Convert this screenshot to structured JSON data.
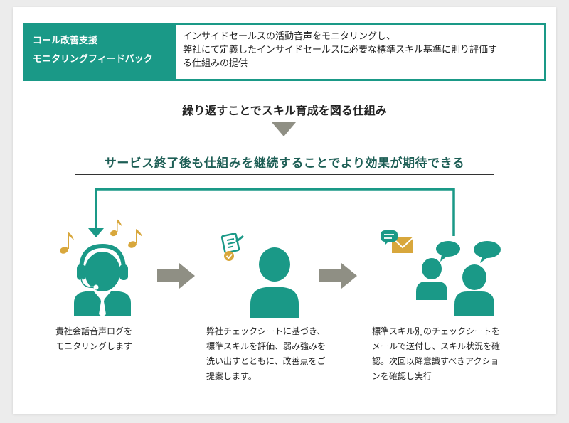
{
  "header": {
    "label_lines": [
      "コール改善支援",
      "モニタリングフィードバック"
    ],
    "desc_lines": [
      "インサイドセールスの活動音声をモニタリングし、",
      "弊社にて定義したインサイドセールスに必要な標準スキル基準に則り評価す",
      "る仕組みの提供"
    ]
  },
  "subtitle": "繰り返すことでスキル育成を図る仕組み",
  "highlight": "サービス終了後も仕組みを継続することでより効果が期待できる",
  "steps": [
    {
      "icon": "headset-operator-icon",
      "lines": [
        "貴社会話音声ログを",
        "モニタリングします"
      ]
    },
    {
      "icon": "evaluator-icon",
      "lines": [
        "弊社チェックシートに基づき、",
        "標準スキルを評価、弱み強みを",
        "洗い出すとともに、改善点をご",
        "提案します。"
      ]
    },
    {
      "icon": "team-feedback-icon",
      "lines": [
        "標準スキル別のチェックシートを",
        "メールで送付し、スキル状況を確",
        "認。次回以降意識すべきアクショ",
        "ンを確認し実行"
      ]
    }
  ],
  "colors": {
    "teal": "#1a9987",
    "gray_arrow": "#8f8f84",
    "gold": "#d8a73c"
  }
}
